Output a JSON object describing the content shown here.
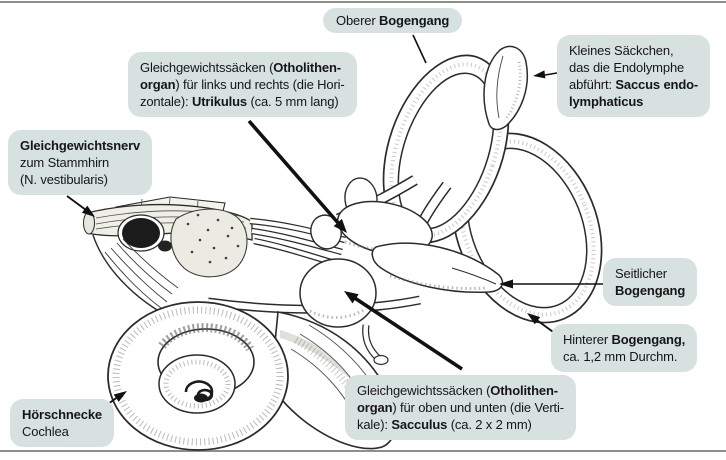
{
  "figure": {
    "type": "labeled-anatomy-diagram",
    "subject": "inner-ear-vestibular-organ",
    "colors": {
      "callout_bg": "#d7e2e0",
      "rule": "#8f8f88",
      "ink": "#161616",
      "background": "#ffffff"
    },
    "callouts": {
      "oberer": {
        "lines": [
          [
            {
              "t": "Oberer ",
              "b": false
            },
            {
              "t": "Bogengang",
              "b": true
            }
          ]
        ]
      },
      "utrikulus": {
        "lines": [
          [
            {
              "t": "Gleichgewichtssäcken (",
              "b": false
            },
            {
              "t": "Otholithen-",
              "b": true
            }
          ],
          [
            {
              "t": "organ",
              "b": true
            },
            {
              "t": ") für links und rechts (die Hori-",
              "b": false
            }
          ],
          [
            {
              "t": "zontale): ",
              "b": false
            },
            {
              "t": "Utrikulus",
              "b": true
            },
            {
              "t": " (ca. 5 mm lang)",
              "b": false
            }
          ]
        ]
      },
      "saccus": {
        "lines": [
          [
            {
              "t": "Kleines Säckchen,",
              "b": false
            }
          ],
          [
            {
              "t": "das die Endolymphe",
              "b": false
            }
          ],
          [
            {
              "t": "abführt: ",
              "b": false
            },
            {
              "t": "Saccus endo-",
              "b": true
            }
          ],
          [
            {
              "t": "lymphaticus",
              "b": true
            }
          ]
        ]
      },
      "nerv": {
        "lines": [
          [
            {
              "t": "Gleichgewichtsnerv",
              "b": true
            }
          ],
          [
            {
              "t": "zum Stammhirn",
              "b": false
            }
          ],
          [
            {
              "t": "(N. vestibularis)",
              "b": false
            }
          ]
        ]
      },
      "seitlicher": {
        "lines": [
          [
            {
              "t": "Seitlicher",
              "b": false
            }
          ],
          [
            {
              "t": "Bogengang",
              "b": true
            }
          ]
        ]
      },
      "hinterer": {
        "lines": [
          [
            {
              "t": "Hinterer ",
              "b": false
            },
            {
              "t": "Bogengang,",
              "b": true
            }
          ],
          [
            {
              "t": "ca. 1,2 mm Durchm.",
              "b": false
            }
          ]
        ]
      },
      "sacculus": {
        "lines": [
          [
            {
              "t": "Gleichgewichtssäcken (",
              "b": false
            },
            {
              "t": "Otholithen-",
              "b": true
            }
          ],
          [
            {
              "t": "organ",
              "b": true
            },
            {
              "t": ") für oben und unten (die Verti-",
              "b": false
            }
          ],
          [
            {
              "t": "kale): ",
              "b": false
            },
            {
              "t": "Sacculus",
              "b": true
            },
            {
              "t": " (ca. 2 x 2 mm)",
              "b": false
            }
          ]
        ]
      },
      "cochlea": {
        "lines": [
          [
            {
              "t": "Hörschnecke",
              "b": true
            }
          ],
          [
            {
              "t": "Cochlea",
              "b": false
            }
          ]
        ]
      }
    }
  }
}
